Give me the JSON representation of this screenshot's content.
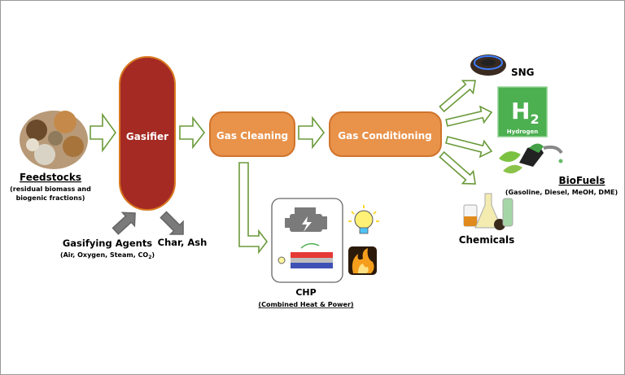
{
  "feedstocks": {
    "label": "Feedstocks",
    "sub1": "(residual biomass and",
    "sub2": "biogenic fractions)"
  },
  "gasifier": {
    "label": "Gasifier"
  },
  "gas_cleaning": {
    "label": "Gas Cleaning"
  },
  "gas_conditioning": {
    "label": "Gas Conditioning"
  },
  "gasifying_agents": {
    "label": "Gasifying Agents",
    "sub": "(Air, Oxygen, Steam, CO",
    "sub_subscript": "2",
    "sub_end": ")"
  },
  "char_ash": {
    "label": "Char, Ash"
  },
  "chp": {
    "label": "CHP",
    "sub": "(Combined Heat & Power)"
  },
  "sng": {
    "label": "SNG"
  },
  "hydrogen": {
    "symbol": "H",
    "subscript": "2",
    "label": "Hydrogen"
  },
  "biofuels": {
    "label": "BioFuels",
    "sub": "(Gasoline, Diesel, MeOH, DME)"
  },
  "chemicals": {
    "label": "Chemicals"
  },
  "colors": {
    "gasifier": "#a52a24",
    "process_box": "#e8924a",
    "flow_arrow": "#6a9a3a",
    "side_arrow": "#7a7a7a",
    "hydrogen": "#4caf50"
  }
}
